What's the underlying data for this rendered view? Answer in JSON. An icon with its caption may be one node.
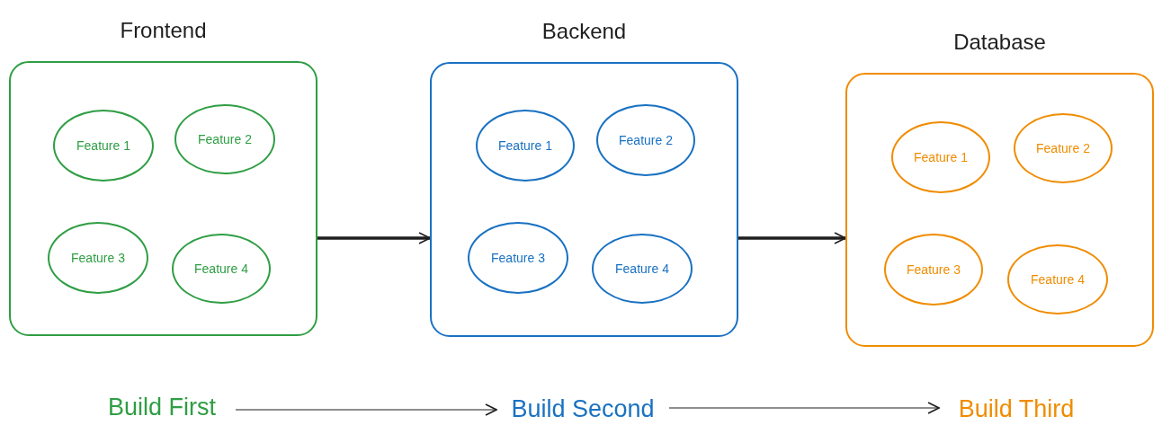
{
  "diagram": {
    "nodes": [
      {
        "text": [
          "Frontend"
        ]
      },
      {
        "text": [
          "Feature 1"
        ],
        "in": 0
      },
      {
        "text": [
          "Feature 2"
        ],
        "in": 0
      },
      {
        "text": [
          "Feature 3"
        ],
        "in": 0
      },
      {
        "text": [
          "Feature 4"
        ],
        "in": 0
      },
      {
        "text": [
          "Backend"
        ]
      },
      {
        "text": [
          "Feature 1"
        ],
        "in": 5
      },
      {
        "text": [
          "Feature 2"
        ],
        "in": 5
      },
      {
        "text": [
          "Feature 3"
        ],
        "in": 5
      },
      {
        "text": [
          "Feature 4"
        ],
        "in": 5
      },
      {
        "text": [
          "Database"
        ]
      },
      {
        "text": [
          "Feature 1"
        ],
        "in": 10
      },
      {
        "text": [
          "Feature 2"
        ],
        "in": 10
      },
      {
        "text": [
          "Feature 3"
        ],
        "in": 10
      },
      {
        "text": [
          "Feature 4"
        ],
        "in": 10
      },
      {
        "text": [
          "Build First"
        ]
      },
      {
        "text": [
          "Build Second"
        ]
      },
      {
        "text": [
          "Build Third"
        ]
      }
    ],
    "edges": [
      {
        "from": 0,
        "to": 5,
        "arrow": "to",
        "style": "thick"
      },
      {
        "from": 5,
        "to": 10,
        "arrow": "to",
        "style": "thick"
      },
      {
        "from": 15,
        "to": 16,
        "arrow": "to"
      },
      {
        "from": 16,
        "to": 17,
        "arrow": "to"
      }
    ]
  }
}
